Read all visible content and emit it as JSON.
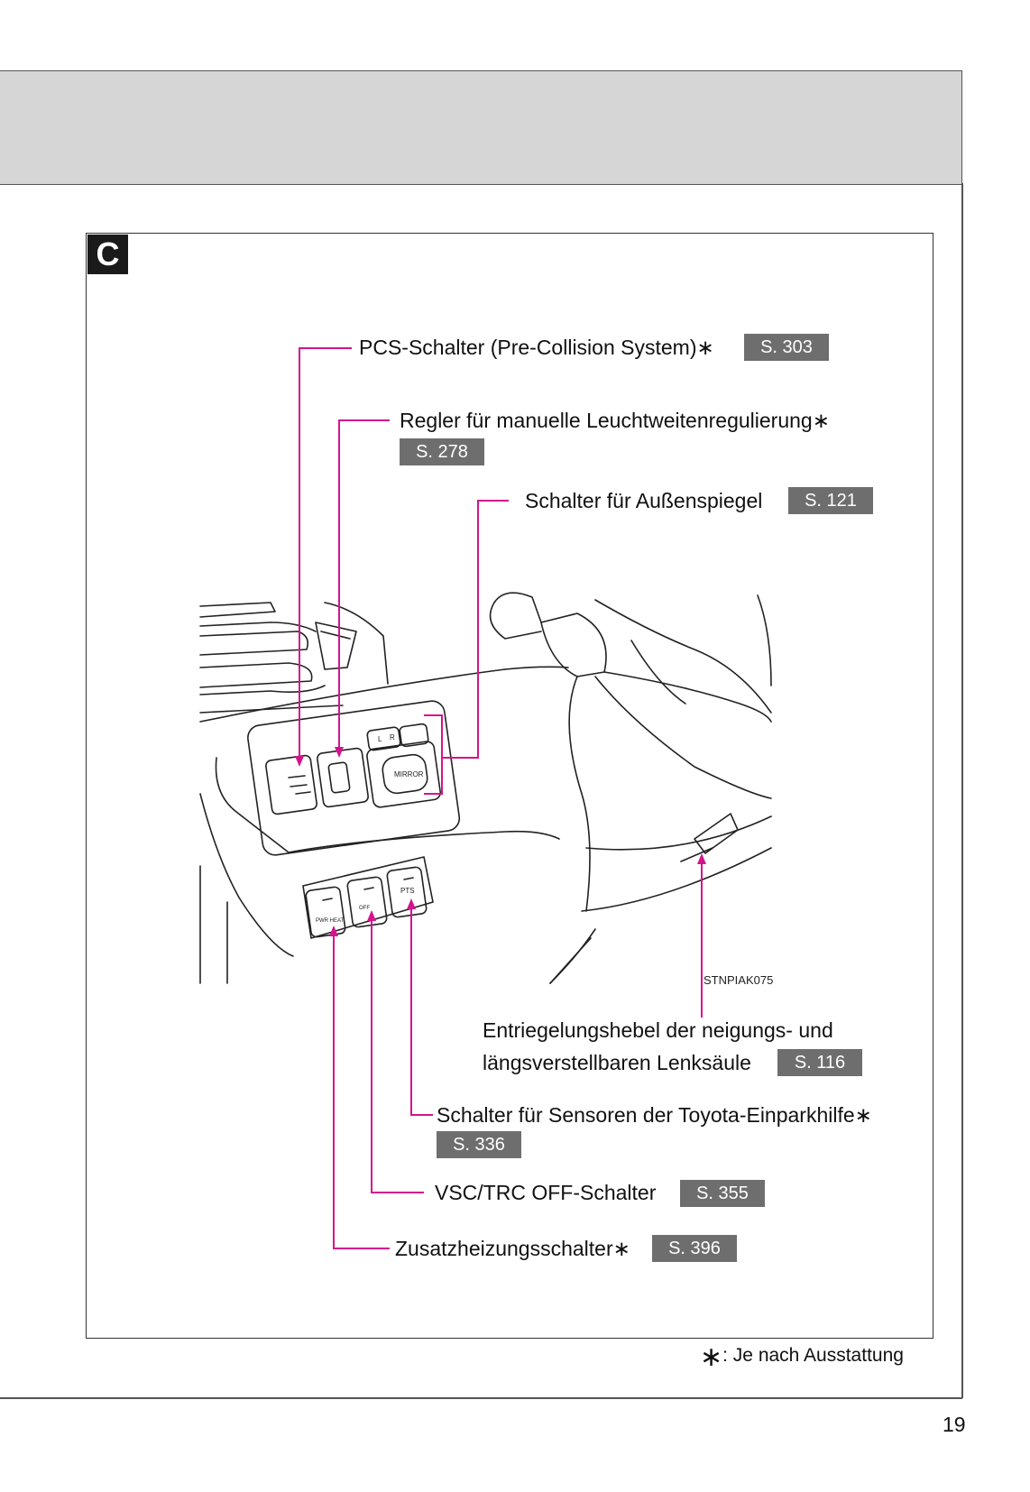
{
  "section": {
    "letter": "C"
  },
  "callouts": [
    {
      "label": "PCS-Schalter (Pre-Collision System)∗",
      "ref": "S. 303"
    },
    {
      "label": "Regler für manuelle Leuchtweitenregulierung∗",
      "ref": "S. 278"
    },
    {
      "label": "Schalter für Außenspiegel",
      "ref": "S. 121"
    },
    {
      "label_line1": "Entriegelungshebel der neigungs- und",
      "label_line2": "längsverstellbaren Lenksäule",
      "ref": "S. 116"
    },
    {
      "label": "Schalter für Sensoren der Toyota-Einparkhilfe∗",
      "ref": "S. 336"
    },
    {
      "label": "VSC/TRC OFF-Schalter",
      "ref": "S. 355"
    },
    {
      "label": "Zusatzheizungsschalter∗",
      "ref": "S. 396"
    }
  ],
  "illustration": {
    "code": "STNPIAK075",
    "switch_labels": {
      "mirror": "MIRROR",
      "mirror_l": "L",
      "mirror_r": "R",
      "pwr_heat": "PWR HEAT",
      "vsc_off": "OFF",
      "pts": "PTS"
    }
  },
  "colors": {
    "leader": "#d4148c",
    "ref_bg": "#6e6e6e",
    "band": "#d6d6d6"
  },
  "footnote": {
    "symbol": "∗",
    "text": ": Je nach Ausstattung"
  },
  "page_number": "19"
}
